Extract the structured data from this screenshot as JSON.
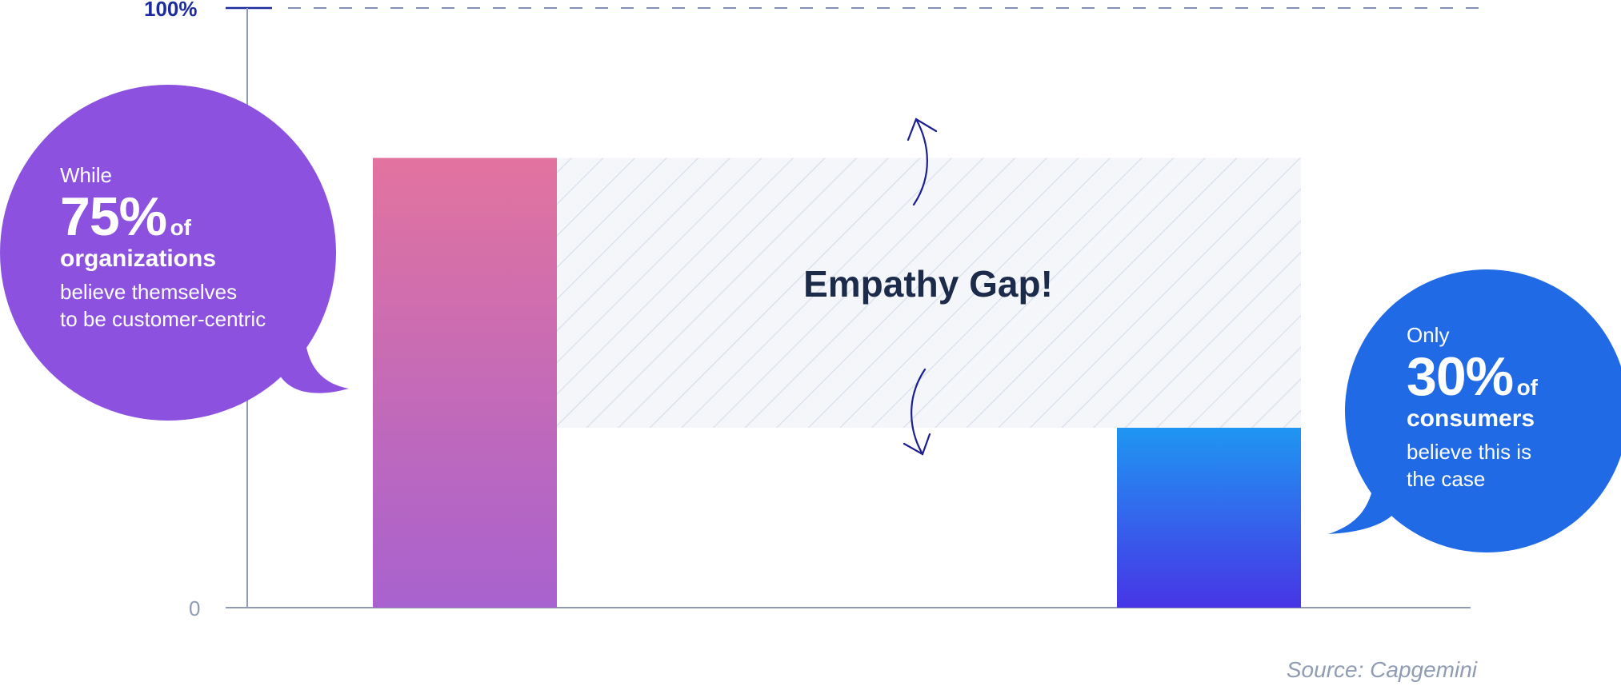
{
  "chart_data": {
    "type": "bar",
    "categories": [
      "organizations",
      "consumers"
    ],
    "values": [
      75,
      30
    ],
    "ylim": [
      0,
      100
    ],
    "yticks": [
      "100%",
      "0"
    ],
    "annotation": "Empathy Gap!",
    "source": "Source: Capgemini"
  },
  "callouts": {
    "left": {
      "intro": "While",
      "value": "75%",
      "of": "of",
      "subject": "organizations",
      "line1": "believe themselves",
      "line2": "to be customer-centric"
    },
    "right": {
      "intro": "Only",
      "value": "30%",
      "of": "of",
      "subject": "consumers",
      "line1": "believe this is",
      "line2": "the case"
    }
  },
  "colors": {
    "bar1_top": "#e2739f",
    "bar1_bottom": "#a862cf",
    "bar2_top": "#1f96f2",
    "bar2_bottom": "#4735e6",
    "left_bubble": "#8c52df",
    "right_bubble": "#216ae6",
    "axis": "#8f9cb3",
    "dashed": "#7f90b6",
    "arrow": "#1c2090"
  }
}
